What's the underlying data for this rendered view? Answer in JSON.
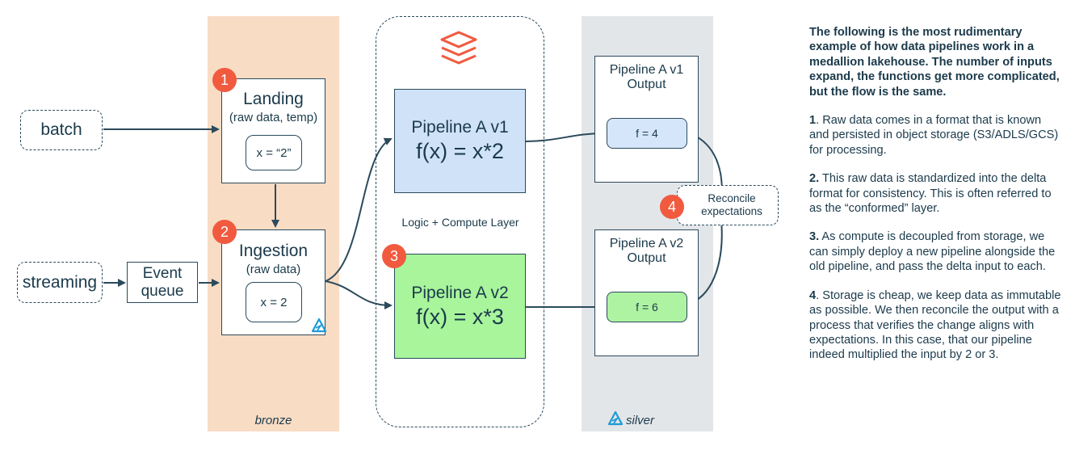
{
  "lanes": {
    "bronze": "bronze",
    "silver": "silver",
    "compute": "Logic + Compute Layer"
  },
  "sources": {
    "batch": "batch",
    "streaming": "streaming",
    "event_queue": "Event\nqueue"
  },
  "landing": {
    "badge": "1",
    "title": "Landing",
    "subtitle": "(raw data, temp)",
    "value": "x = “2”"
  },
  "ingestion": {
    "badge": "2",
    "title": "Ingestion",
    "subtitle": "(raw data)",
    "value": "x = 2"
  },
  "pipeline_v1": {
    "title": "Pipeline A v1",
    "formula": "f(x) = x*2",
    "color": "#cfe2f8"
  },
  "pipeline_v2": {
    "badge": "3",
    "title": "Pipeline A v2",
    "formula": "f(x) = x*3",
    "color": "#a8f59b"
  },
  "output_v1": {
    "title": "Pipeline A v1\nOutput",
    "value": "f = 4",
    "color": "#d6e6fa"
  },
  "output_v2": {
    "title": "Pipeline A v2\nOutput",
    "value": "f = 6",
    "color": "#aef3a2"
  },
  "reconcile": {
    "badge": "4",
    "label": "Reconcile\nexpectations"
  },
  "colors": {
    "accent": "#f15a3f",
    "bronze": "#f8dcc4",
    "silver": "#e3e6e9",
    "ink": "#1b3a4b"
  },
  "icons": [
    "databricks-logo-icon",
    "delta-lake-icon"
  ],
  "notes": {
    "intro": "The following is the most rudimentary example of how data pipelines work in a medallion lakehouse. The number of inputs expand, the functions get more complicated, but the flow is the same.",
    "n1_num": "1",
    "n1_text": ". Raw data comes in a format that is known and persisted in object storage (S3/ADLS/GCS) for processing.",
    "n2_num": "2.",
    "n2_text": " This raw data is standardized into the delta format for consistency. This is often referred to as the “conformed” layer.",
    "n3_num": "3.",
    "n3_text": " As compute is decoupled from storage, we can simply deploy a new pipeline alongside the old pipeline, and pass the delta input to each.",
    "n4_num": "4",
    "n4_text": ". Storage is cheap, we keep data as immutable as possible. We then reconcile the output with a process that verifies the change aligns with expectations. In this case, that our pipeline indeed multiplied the input by 2 or 3."
  }
}
